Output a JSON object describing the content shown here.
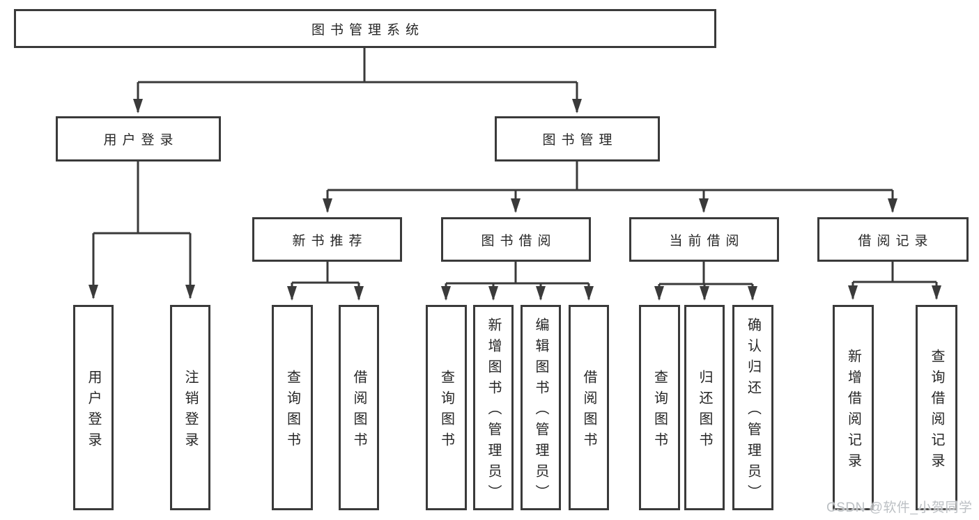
{
  "tree": {
    "root": "图书管理系统",
    "level2": {
      "user_login": "用户登录",
      "book_management": "图书管理"
    },
    "modules": {
      "new_book_recommend": "新书推荐",
      "book_borrowing": "图书借阅",
      "current_borrowing": "当前借阅",
      "borrowing_records": "借阅记录"
    },
    "leaves": {
      "user_login": "用户登录",
      "logout": "注销登录",
      "recommend_query_books": "查询图书",
      "recommend_borrow_books": "借阅图书",
      "borrowing_query_books": "查询图书",
      "borrowing_add_books_admin": "新增图书（管理员）",
      "borrowing_edit_books_admin": "编辑图书（管理员）",
      "borrowing_borrow_books": "借阅图书",
      "current_query_books": "查询图书",
      "current_return_books": "归还图书",
      "current_confirm_return_admin": "确认归还（管理员）",
      "records_add_record": "新增借阅记录",
      "records_query_record": "查询借阅记录"
    }
  },
  "watermark": "CSDN @软件_小贺同学",
  "colors": {
    "line": "#3a3a3a",
    "text": "#262626",
    "watermark": "#bcc0c4",
    "background": "#ffffff"
  }
}
